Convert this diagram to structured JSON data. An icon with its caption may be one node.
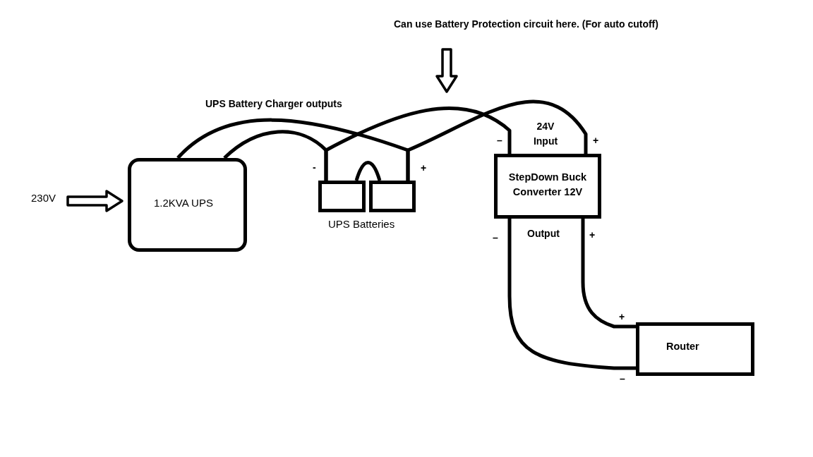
{
  "diagram": {
    "nodes": [
      {
        "text": [
          "230V"
        ]
      },
      {
        "text": [
          "1.2KVA UPS"
        ]
      },
      {
        "text": [],
        "shape": "box"
      },
      {
        "text": [],
        "shape": "box"
      },
      {
        "text": [
          "StepDown Buck Converter 12V"
        ]
      },
      {
        "text": [
          "Router"
        ]
      },
      {
        "text": [
          "Can use Battery Protection circuit here. (For auto cutoff)"
        ]
      }
    ],
    "edges": [
      {
        "from": 0,
        "to": 1,
        "arrow": "to",
        "style": "thick"
      },
      {
        "from": 1,
        "to": 3,
        "arrow": "none"
      },
      {
        "from": 1,
        "to": 2,
        "arrow": "none"
      },
      {
        "from": 2,
        "to": 4,
        "arrow": "none"
      },
      {
        "from": 3,
        "to": 4,
        "arrow": "none"
      },
      {
        "from": 2,
        "to": 3,
        "arrow": "none"
      },
      {
        "from": 4,
        "to": 5,
        "arrow": "none"
      },
      {
        "from": 4,
        "to": 5,
        "arrow": "none"
      },
      {
        "from": 6,
        "to": null,
        "arrow": "to",
        "style": "thick"
      }
    ],
    "labels": [
      "UPS Battery Charger outputs",
      "24V Input",
      "–",
      "+",
      "-",
      "+",
      "UPS Batteries",
      "–",
      "Output",
      "+",
      "+",
      "–"
    ]
  }
}
